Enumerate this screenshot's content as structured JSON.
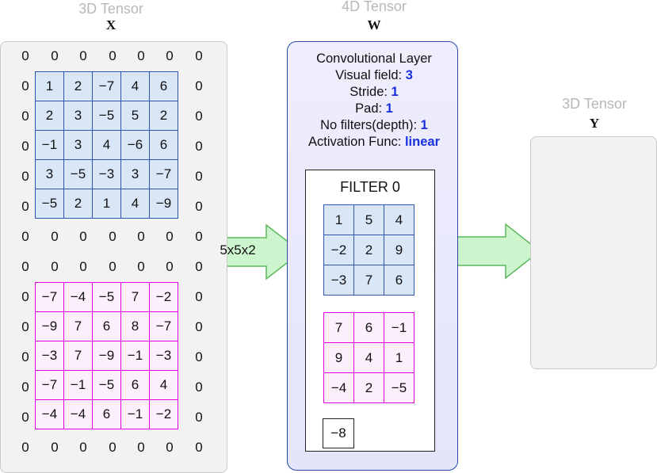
{
  "input": {
    "header": "3D Tensor",
    "symbol": "X",
    "padding_value": "0",
    "channels": [
      {
        "color": "#2f57b0",
        "values": [
          [
            "1",
            "2",
            "−7",
            "4",
            "6"
          ],
          [
            "2",
            "3",
            "−5",
            "5",
            "2"
          ],
          [
            "−1",
            "3",
            "4",
            "−6",
            "6"
          ],
          [
            "3",
            "−5",
            "−3",
            "3",
            "−7"
          ],
          [
            "−5",
            "2",
            "1",
            "4",
            "−9"
          ]
        ]
      },
      {
        "color": "#e000e0",
        "values": [
          [
            "−7",
            "−4",
            "−5",
            "7",
            "−2"
          ],
          [
            "−9",
            "7",
            "6",
            "8",
            "−7"
          ],
          [
            "−3",
            "7",
            "−9",
            "−1",
            "−3"
          ],
          [
            "−7",
            "−1",
            "−5",
            "6",
            "4"
          ],
          [
            "−4",
            "−4",
            "6",
            "−1",
            "−2"
          ]
        ]
      }
    ]
  },
  "weights": {
    "header": "4D Tensor",
    "symbol": "W",
    "layer_title": "Convolutional Layer",
    "params": [
      {
        "label": "Visual field: ",
        "value": "3"
      },
      {
        "label": "Stride: ",
        "value": "1"
      },
      {
        "label": "Pad: ",
        "value": "1"
      },
      {
        "label": "No filters(depth): ",
        "value": "1"
      },
      {
        "label": "Activation Func: ",
        "value": "linear"
      }
    ],
    "filter": {
      "title": "FILTER 0",
      "channels": [
        {
          "color": "#2f57b0",
          "values": [
            [
              "1",
              "5",
              "4"
            ],
            [
              "−2",
              "2",
              "9"
            ],
            [
              "−3",
              "7",
              "6"
            ]
          ]
        },
        {
          "color": "#e000e0",
          "values": [
            [
              "7",
              "6",
              "−1"
            ],
            [
              "9",
              "4",
              "1"
            ],
            [
              "−4",
              "2",
              "−5"
            ]
          ]
        }
      ],
      "bias": "−8"
    }
  },
  "arrow_label": "5x5x2",
  "output": {
    "header": "3D Tensor",
    "symbol": "Y"
  },
  "colors": {
    "arrow_fill": "#cdf5cd",
    "arrow_stroke": "#5cb85c",
    "weights_panel": "#e4e4fb",
    "weights_border": "#2a4aa8"
  }
}
